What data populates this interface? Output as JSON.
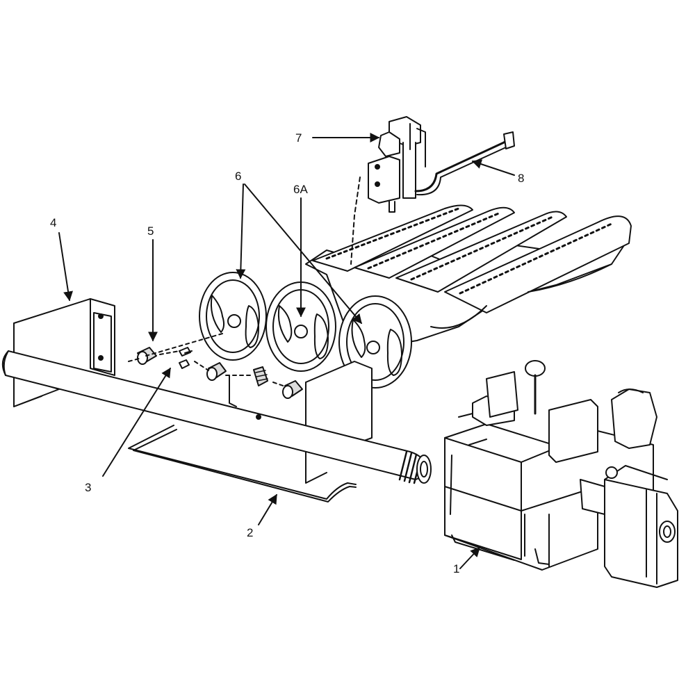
{
  "callouts": {
    "c1": "1",
    "c2": "2",
    "c3": "3",
    "c4": "4",
    "c5": "5",
    "c6": "6",
    "c6a": "6A",
    "c7": "7",
    "c8": "8"
  },
  "colors": {
    "line": "#111111",
    "background": "#ffffff",
    "shade": "#dcdcdc"
  }
}
